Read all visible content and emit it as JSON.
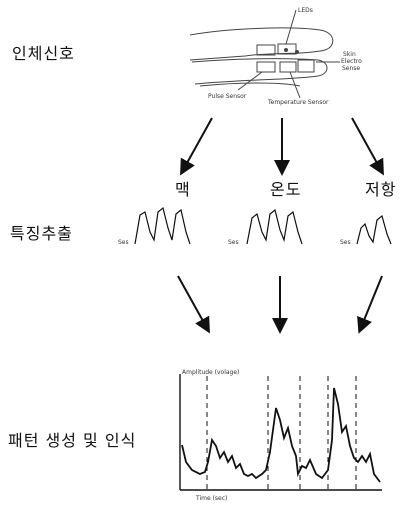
{
  "stages": {
    "signal": "인체신호",
    "feature": "특징추출",
    "pattern": "패턴 생성 및 인식"
  },
  "finger": {
    "callouts": [
      "LEDs",
      "Skin\nElectro\nSense",
      "Pulse Sensor",
      "Temperature Sensor"
    ]
  },
  "channels": [
    "맥",
    "온도",
    "저항"
  ],
  "waveform_tag": "Ses",
  "pattern_chart": {
    "ylabel": "Amplitude (volage)",
    "xlabel": "Time (sec)"
  }
}
